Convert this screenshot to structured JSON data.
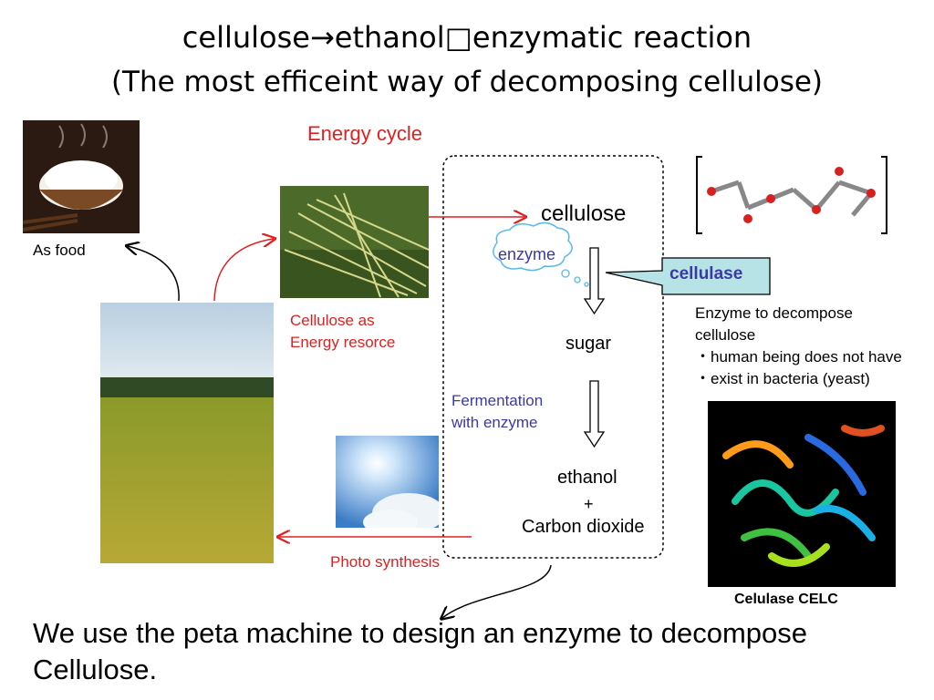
{
  "title": {
    "line1": "cellulose→ethanol□enzymatic reaction",
    "line2": "(The most efficeint way of decomposing cellulose)"
  },
  "labels": {
    "energy_cycle": "Energy cycle",
    "as_food": "As food",
    "cellulose_energy_1": "Cellulose as",
    "cellulose_energy_2": "Energy resorce",
    "photo_synthesis": "Photo synthesis",
    "cellulose": "cellulose",
    "enzyme": "enzyme",
    "cellulase": "cellulase",
    "sugar": "sugar",
    "fermentation_1": "Fermentation",
    "fermentation_2": "with enzyme",
    "ethanol": "ethanol",
    "plus": "+",
    "carbon_dioxide": "Carbon dioxide",
    "enzyme_desc_1": "Enzyme to decompose",
    "enzyme_desc_2": "cellulose",
    "enzyme_desc_3": "・human being does not have",
    "enzyme_desc_4": "・exist in bacteria (yeast)",
    "celulase_celc": "Celulase CELC"
  },
  "footer": {
    "line1": "We use the peta machine to design an enzyme to decompose",
    "line2": "Cellulose."
  },
  "colors": {
    "red": "#e02020",
    "blue": "#3a3aa0",
    "cellulase_box": "#b7e2e6",
    "enzyme_bubble_border": "#5ab8e8"
  }
}
